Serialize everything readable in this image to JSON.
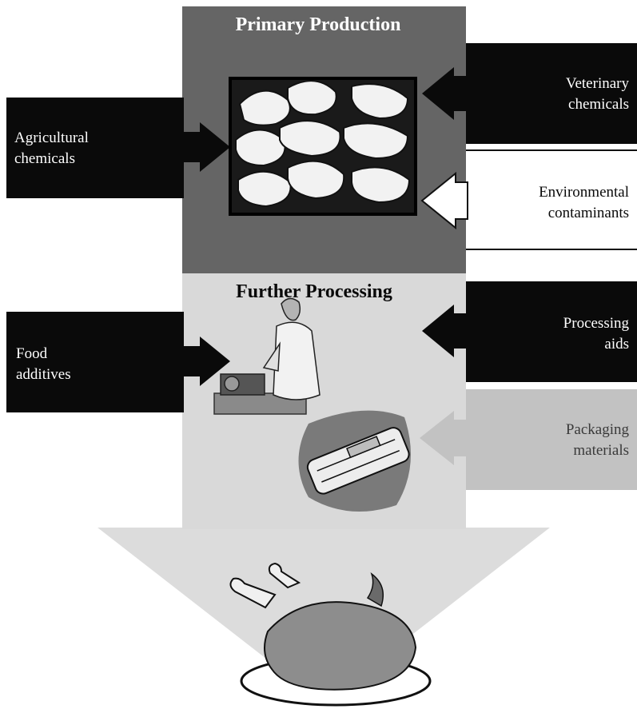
{
  "stages": {
    "primary": "Primary Production",
    "further": "Further Processing"
  },
  "sources": {
    "agricultural": [
      "Agricultural",
      "chemicals"
    ],
    "veterinary": [
      "Veterinary",
      "chemicals"
    ],
    "environmental": [
      "Environmental",
      "contaminants"
    ],
    "food_additives": [
      "Food",
      "additives"
    ],
    "processing_aids": [
      "Processing",
      "aids"
    ],
    "packaging": [
      "Packaging",
      "materials"
    ]
  },
  "colors": {
    "primary_band": "#656565",
    "further_band": "#d9d9d9",
    "source_box": "#0a0a0a",
    "environmental_box": "#ffffff",
    "packaging_box": "#c2c2c2",
    "output_arrow": "#dcdcdc"
  },
  "icons": [
    "chickens-icon",
    "butcher-icon",
    "packaged-meat-icon",
    "roast-chicken-icon"
  ]
}
